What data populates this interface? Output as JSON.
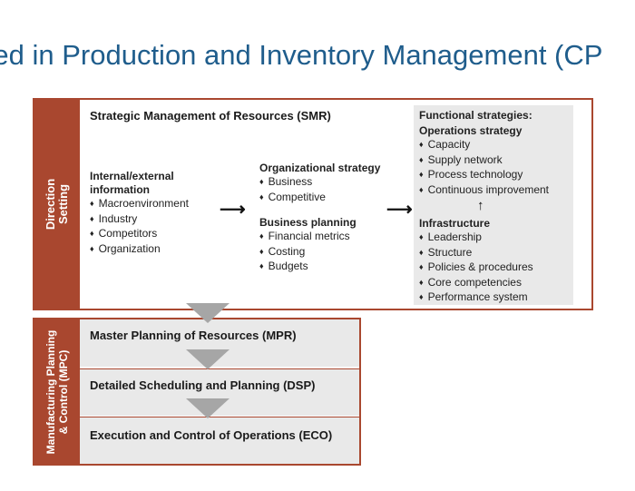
{
  "title": "ified in Production and Inventory Management (CP",
  "direction_setting": {
    "side_label_line1": "Direction",
    "side_label_line2": "Setting",
    "smr_title": "Strategic Management of Resources (SMR)",
    "info": {
      "heading_line1": "Internal/external",
      "heading_line2": "information",
      "items": [
        "Macroenvironment",
        "Industry",
        "Competitors",
        "Organization"
      ]
    },
    "org_strategy": {
      "heading": "Organizational strategy",
      "items": [
        "Business",
        "Competitive"
      ]
    },
    "business_planning": {
      "heading": "Business planning",
      "items": [
        "Financial metrics",
        "Costing",
        "Budgets"
      ]
    },
    "arrow_1": "⟶",
    "arrow_2": "⟶",
    "functional": {
      "heading": "Functional strategies:",
      "ops_heading": "Operations strategy",
      "ops_items": [
        "Capacity",
        "Supply network",
        "Process technology",
        "Continuous improvement"
      ],
      "up_arrow": "↑",
      "infra_heading": "Infrastructure",
      "infra_items": [
        "Leadership",
        "Structure",
        "Policies & procedures",
        "Core competencies",
        "Performance system"
      ]
    }
  },
  "mpc": {
    "side_label_line1": "Manufacturing Planning",
    "side_label_line2": "& Control (MPC)",
    "rows": [
      "Master Planning of Resources (MPR)",
      "Detailed Scheduling and Planning (DSP)",
      "Execution and Control of Operations (ECO)"
    ]
  },
  "colors": {
    "accent": "#a9472f",
    "title": "#1f5d8c",
    "box_fill": "#e9e9e9",
    "arrow_fill": "#a6a6a6"
  }
}
